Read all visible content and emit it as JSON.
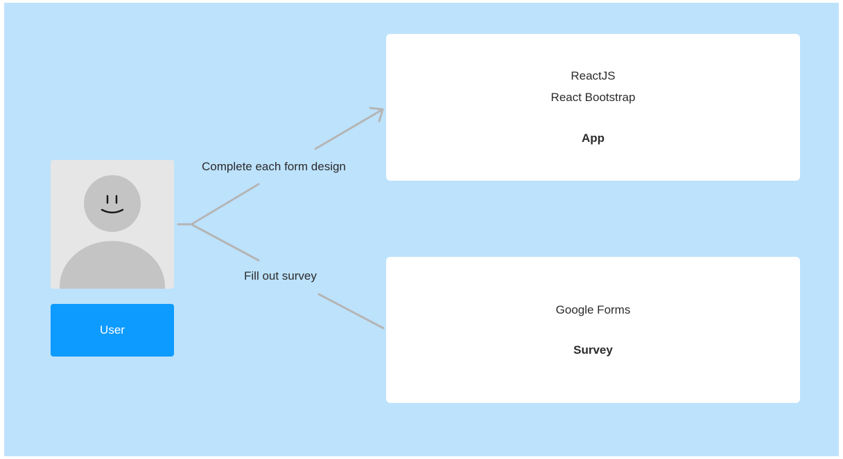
{
  "user_node": {
    "label": "User"
  },
  "app_node": {
    "tech_line_1": "ReactJS",
    "tech_line_2": "React Bootstrap",
    "title": "App"
  },
  "survey_node": {
    "tech_line_1": "Google Forms",
    "title": "Survey"
  },
  "edges": {
    "to_app_label": "Complete each form design",
    "to_survey_label": "Fill out survey"
  },
  "colors": {
    "background": "#bde2fc",
    "user_button": "#0e9bff",
    "connector": "#b5b5b5",
    "avatar_card": "#e6e6e6",
    "avatar_figure": "#c4c4c4"
  }
}
